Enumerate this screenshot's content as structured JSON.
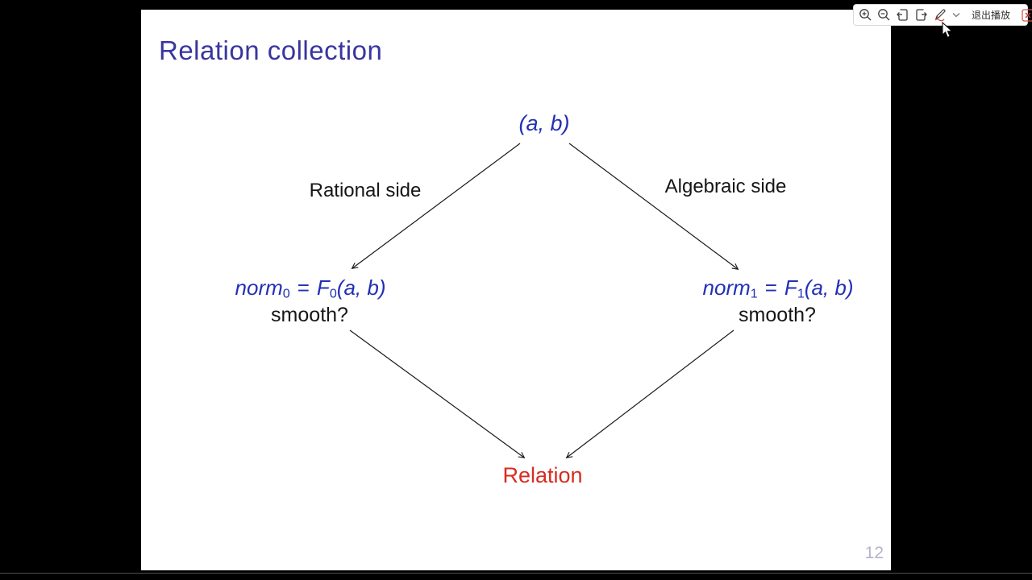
{
  "toolbar": {
    "exit_label": "退出播放",
    "icons": [
      "zoom-in",
      "zoom-out",
      "page-prev",
      "page-next",
      "pen-annotate",
      "chevron-down",
      "close"
    ]
  },
  "slide": {
    "title": "Relation collection",
    "page_number": "12",
    "diagram": {
      "top_node": "(a, b)",
      "left_branch_label": "Rational side",
      "right_branch_label": "Algebraic side",
      "left_node": {
        "var": "norm",
        "var_sub": "0",
        "eq": "=",
        "fn": "F",
        "fn_sub": "0",
        "args": "(a, b)",
        "question": "smooth?"
      },
      "right_node": {
        "var": "norm",
        "var_sub": "1",
        "eq": "=",
        "fn": "F",
        "fn_sub": "1",
        "args": "(a, b)",
        "question": "smooth?"
      },
      "bottom_node": "Relation"
    },
    "colors": {
      "title_blue": "#39359f",
      "math_blue": "#2230b5",
      "alert_red": "#d62c22",
      "page_number_gray": "#b4b4c8"
    }
  }
}
